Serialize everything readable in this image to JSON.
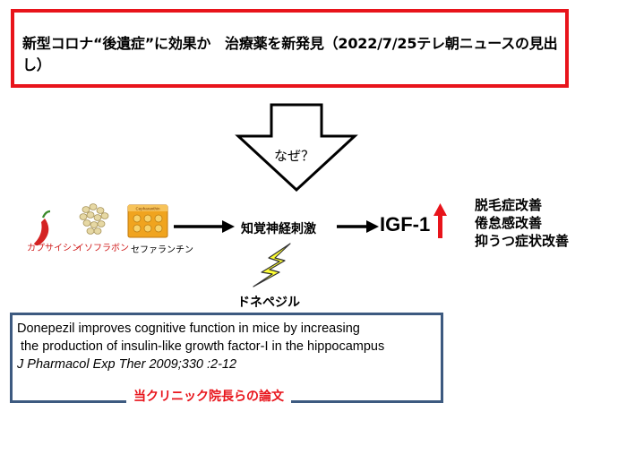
{
  "headline": "新型コロナ“後遺症”に効果か　治療薬を新発見（2022/7/25テレ朝ニュースの見出し）",
  "why_label": "なぜ？",
  "ingredients": {
    "capsaicin": "カプサイシン",
    "isoflavone": "イソフラボン",
    "cepharanthine": "セファランチン",
    "package_text": "Cepharanthin"
  },
  "nerve_stimulation": "知覚神経刺激",
  "igf": "IGF-1",
  "donepezil": "ドネペジル",
  "effects": [
    "脱毛症改善",
    "倦怠感改善",
    "抑うつ症状改善"
  ],
  "paper": {
    "line1": "Donepezil improves cognitive function in mice by increasing",
    "line2": " the production of insulin-like growth factor-I in the hippocampus",
    "citation": "J Pharmacol Exp Ther 2009;330 :2-12",
    "caption": "当クリニック院長らの論文"
  },
  "colors": {
    "headline_border": "#e8141b",
    "paper_border": "#3d5a80",
    "up_arrow": "#e8141b",
    "caption": "#e8141b",
    "lightning": "#ffff33"
  }
}
